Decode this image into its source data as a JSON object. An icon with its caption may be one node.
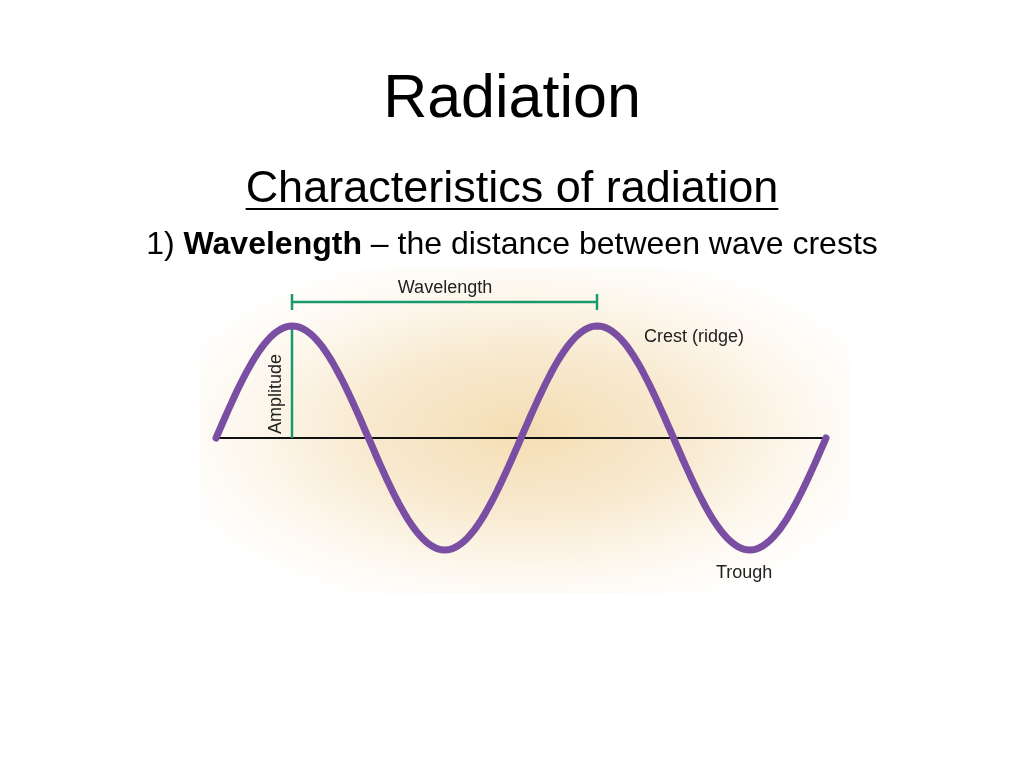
{
  "diagram": {
    "title": "Radiation",
    "labels": [
      "Characteristics of radiation",
      "1) **Wavelength** – the distance between wave crests",
      "Wavelength",
      "Amplitude",
      "Crest (ridge)",
      "Trough"
    ]
  }
}
